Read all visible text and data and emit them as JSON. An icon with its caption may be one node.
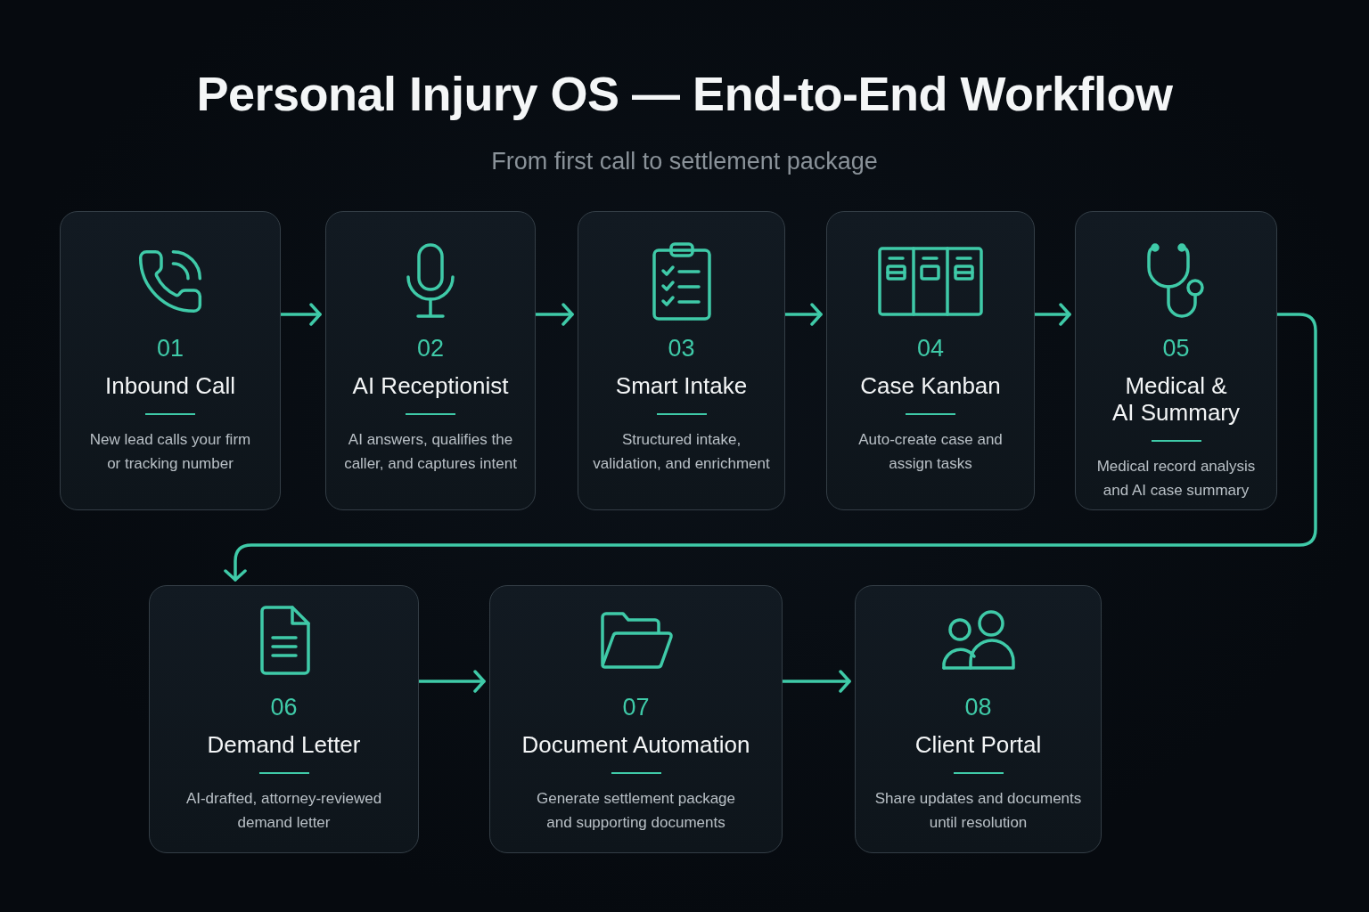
{
  "diagram": {
    "title": "Personal Injury OS — End-to-End Workflow",
    "nodes": [
      {
        "text": [
          "01",
          "Inbound Call",
          "New lead calls your firm or tracking number"
        ]
      },
      {
        "text": [
          "02",
          "AI Receptionist",
          "AI answers, qualifies the caller, and captures intent"
        ]
      },
      {
        "text": [
          "03",
          "Smart Intake",
          "Structured intake, validation, and enrichment"
        ]
      },
      {
        "text": [
          "04",
          "Case Kanban",
          "Auto-create case and assign tasks"
        ]
      },
      {
        "text": [
          "05",
          "Medical & AI Summary",
          "Medical record analysis and AI case summary"
        ]
      },
      {
        "text": [
          "06",
          "Demand Letter",
          "AI-drafted, attorney-reviewed demand letter"
        ]
      },
      {
        "text": [
          "07",
          "Document Automation",
          "Generate settlement package and supporting documents"
        ]
      },
      {
        "text": [
          "08",
          "Client Portal",
          "Share updates and documents until resolution"
        ]
      }
    ],
    "edges": [
      {
        "from": 0,
        "to": 1,
        "arrow": "to"
      },
      {
        "from": 1,
        "to": 2,
        "arrow": "to"
      },
      {
        "from": 2,
        "to": 3,
        "arrow": "to"
      },
      {
        "from": 3,
        "to": 4,
        "arrow": "to"
      },
      {
        "from": 4,
        "to": 5,
        "arrow": "to"
      },
      {
        "from": 5,
        "to": 6,
        "arrow": "to"
      },
      {
        "from": 6,
        "to": 7,
        "arrow": "to"
      }
    ],
    "labels": [
      "From first call to settlement package"
    ]
  }
}
